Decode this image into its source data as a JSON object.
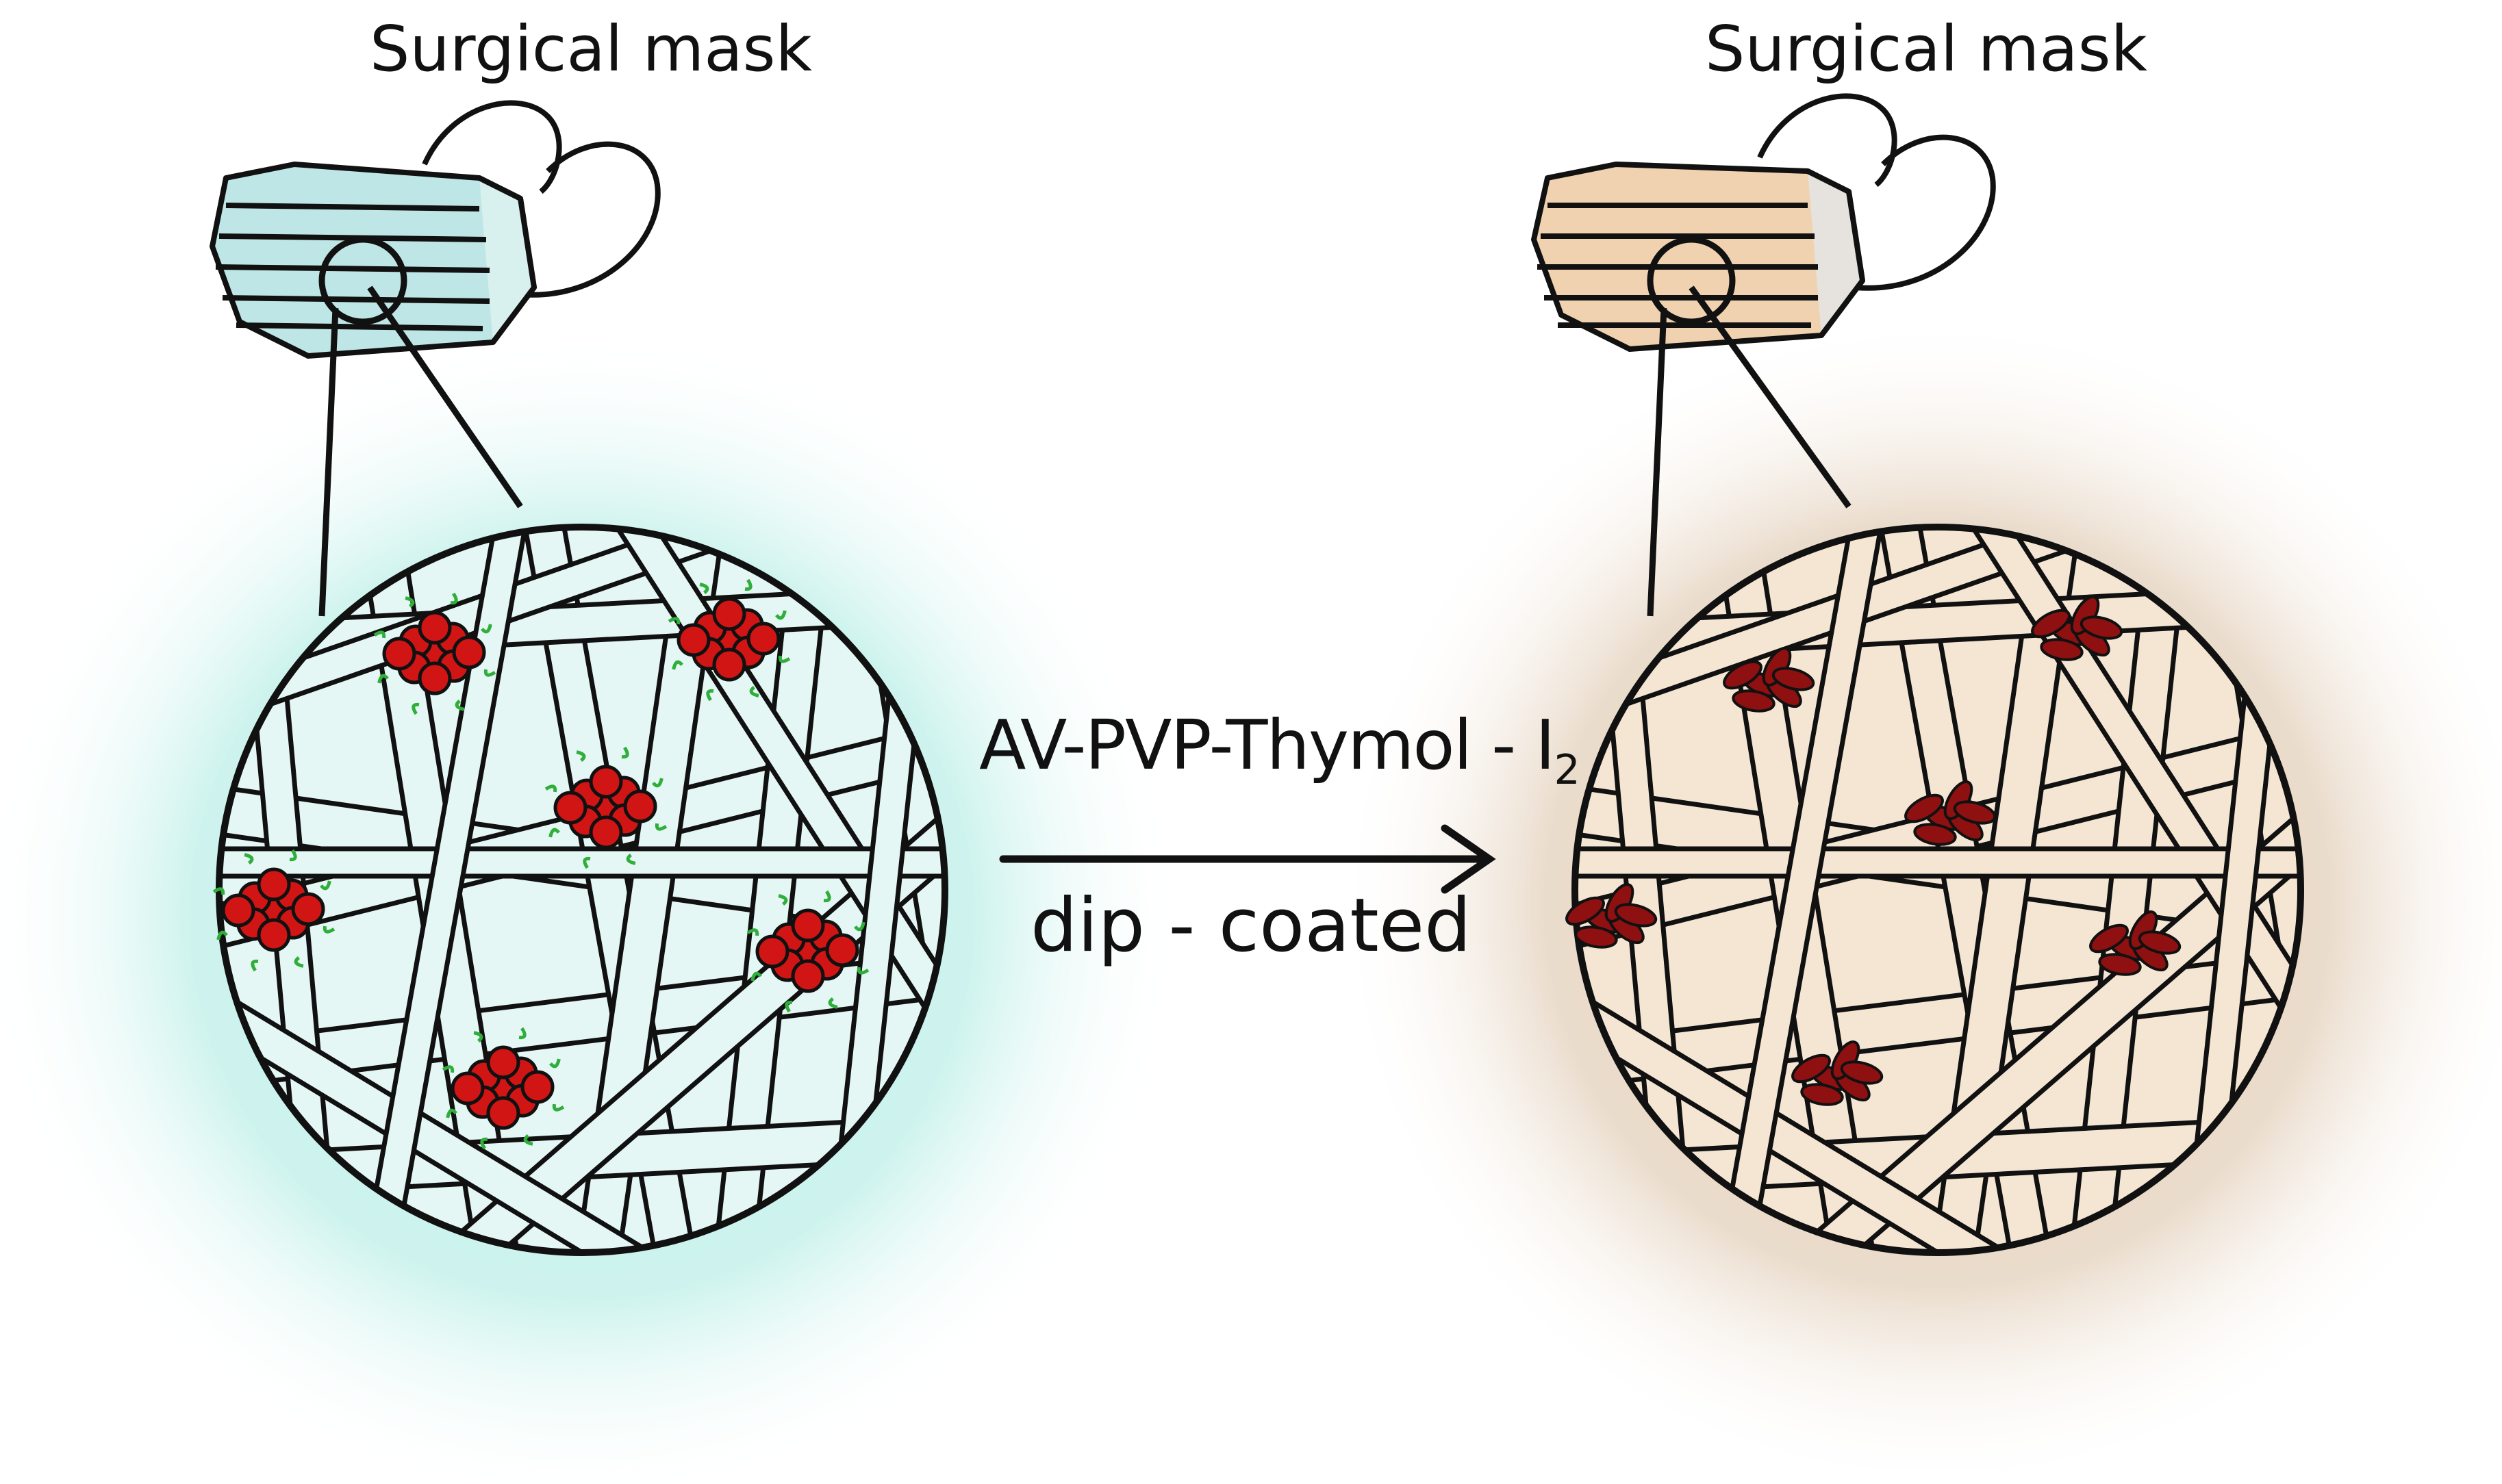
{
  "labels": {
    "left_mask": "Surgical mask",
    "right_mask": "Surgical mask",
    "reagent_main": "AV-PVP-Thymol - I",
    "reagent_sub": "2",
    "process": "dip - coated"
  },
  "colors": {
    "left_glow": "#bff0ea",
    "right_glow": "#e6d3c0",
    "left_mask_fill": "#bfe6e6",
    "right_mask_fill": "#f0d2b0",
    "left_fiber": "#e4f7f5",
    "right_fiber": "#f5e6d4",
    "particle_red": "#d11515",
    "particle_dark_red": "#8e1010",
    "ink": "#111111",
    "halo_green": "#2fae3a"
  },
  "icons": {
    "mask": "surgical-mask-icon",
    "arrow": "right-arrow-icon"
  }
}
